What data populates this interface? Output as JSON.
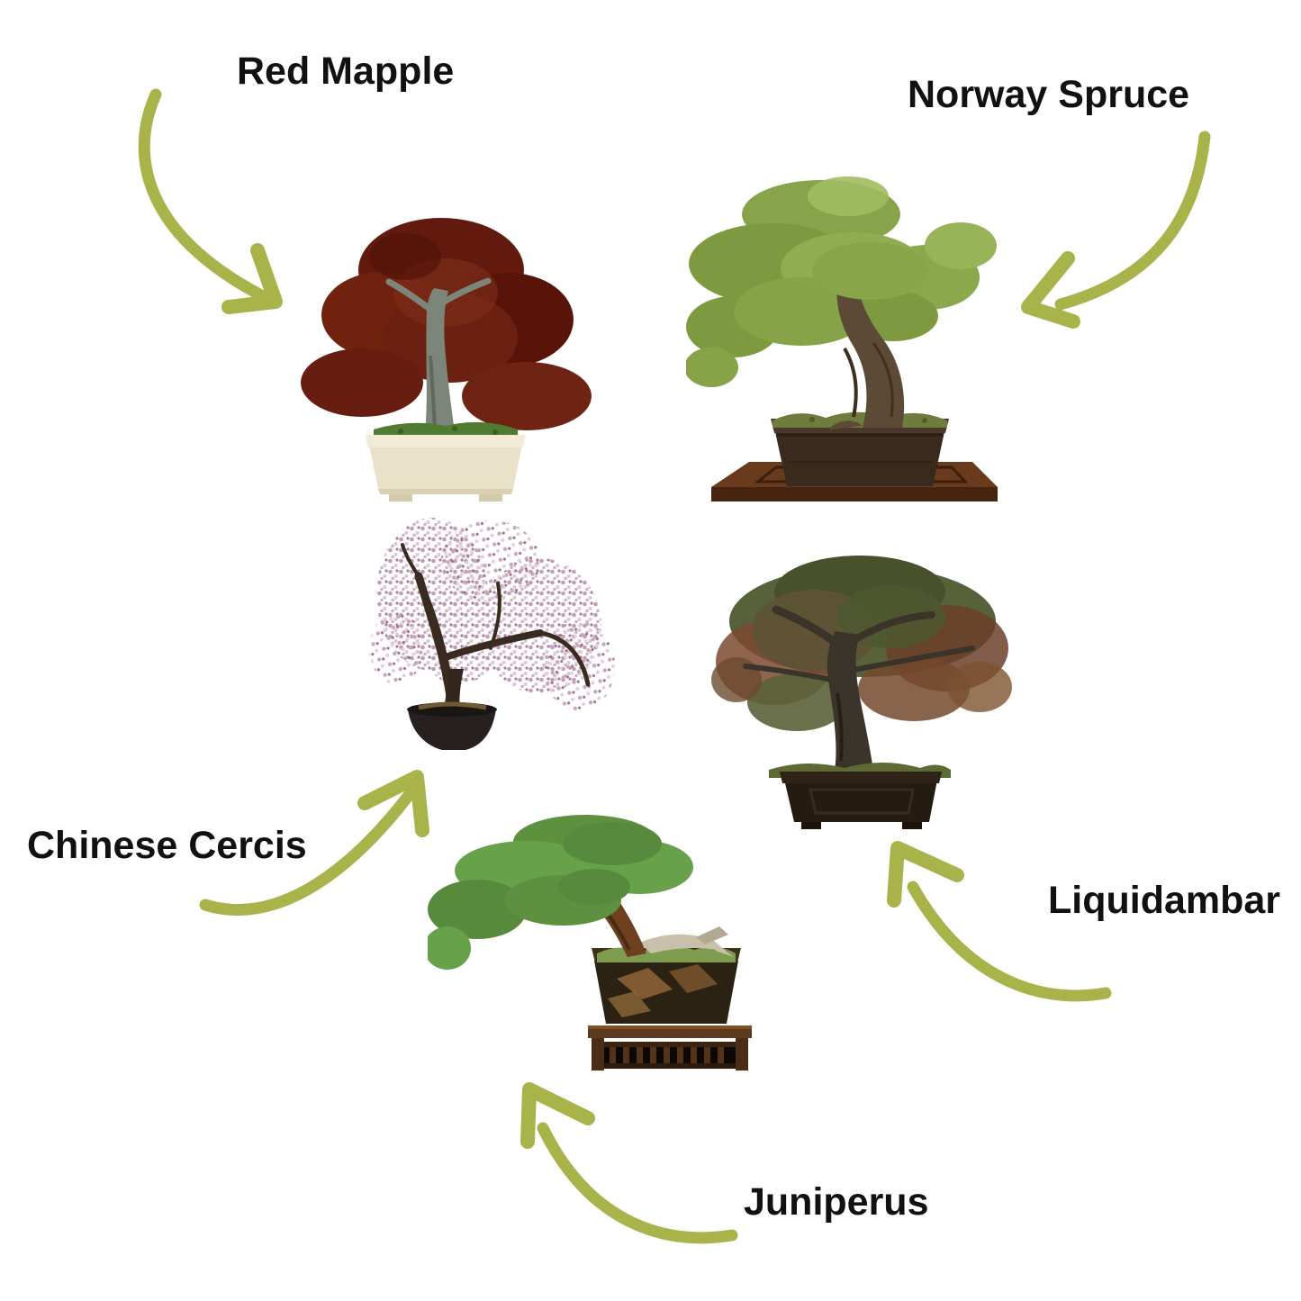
{
  "colors": {
    "background": "#ffffff",
    "accent_arrow": "#a8b44a",
    "label_text": "#111111"
  },
  "items": [
    {
      "label": "Red Mapple",
      "image": "red-maple-bonsai-photo",
      "arrow_icon": "curved-arrow-icon",
      "arrow_direction": "down-right"
    },
    {
      "label": "Norway Spruce",
      "image": "norway-spruce-bonsai-photo",
      "arrow_icon": "curved-arrow-icon",
      "arrow_direction": "down-left"
    },
    {
      "label": "Chinese Cercis",
      "image": "chinese-cercis-bonsai-photo",
      "arrow_icon": "curved-arrow-icon",
      "arrow_direction": "up-right"
    },
    {
      "label": "Liquidambar",
      "image": "liquidambar-bonsai-photo",
      "arrow_icon": "curved-arrow-icon",
      "arrow_direction": "up-left"
    },
    {
      "label": "Juniperus",
      "image": "juniperus-bonsai-photo",
      "arrow_icon": "curved-arrow-icon",
      "arrow_direction": "up-left"
    }
  ]
}
